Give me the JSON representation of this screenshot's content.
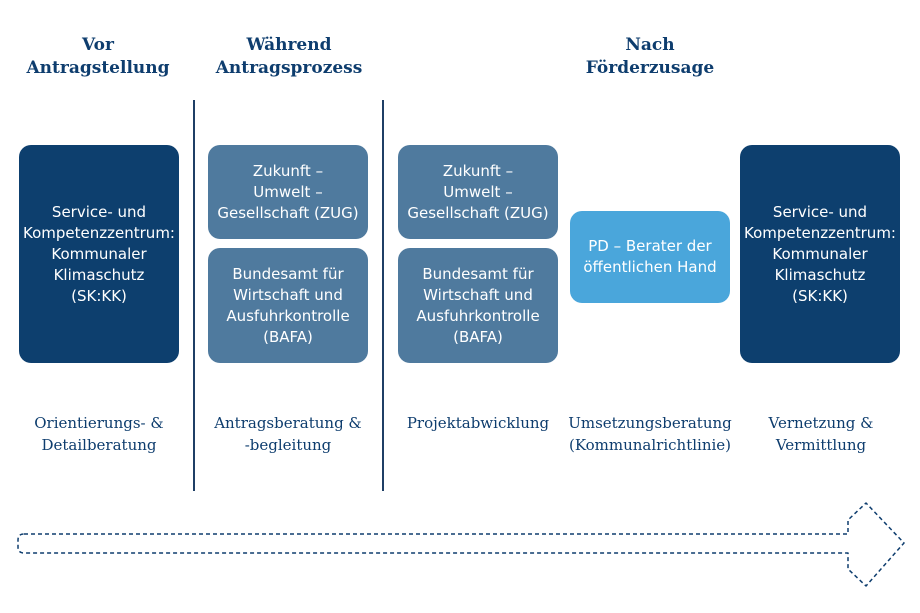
{
  "phases": [
    {
      "title": "Vor\nAntragstellung"
    },
    {
      "title": "Während\nAntragsprozess"
    },
    {
      "title": "Nach\nFörderzusage"
    }
  ],
  "boxes": {
    "skkk_left": "Service- und\nKompetenzzentrum:\nKommunaler\nKlimaschutz\n(SK:KK)",
    "zug_1": "Zukunft –\nUmwelt –\nGesellschaft (ZUG)",
    "bafa_1": "Bundesamt für\nWirtschaft und\nAusfuhrkontrolle\n(BAFA)",
    "zug_2": "Zukunft –\nUmwelt –\nGesellschaft (ZUG)",
    "bafa_2": "Bundesamt für\nWirtschaft und\nAusfuhrkontrolle\n(BAFA)",
    "pd": "PD – Berater der\nöffentlichen Hand",
    "skkk_right": "Service- und\nKompetenzzentrum:\nKommunaler\nKlimaschutz\n(SK:KK)"
  },
  "captions": [
    "Orientierungs- &\nDetailberatung",
    "Antragsberatung &\n-begleitung",
    "Projektabwicklung",
    "Umsetzungsberatung\n(Kommunalrichtlinie)",
    "Vernetzung &\nVermittlung"
  ],
  "colors": {
    "dark_box": "#0d3f6e",
    "mid_box": "#4f7a9e",
    "light_box": "#4aa6db",
    "heading_text": "#0e3d6e"
  },
  "icons": {
    "timeline": "dashed-arrow-right-icon"
  }
}
